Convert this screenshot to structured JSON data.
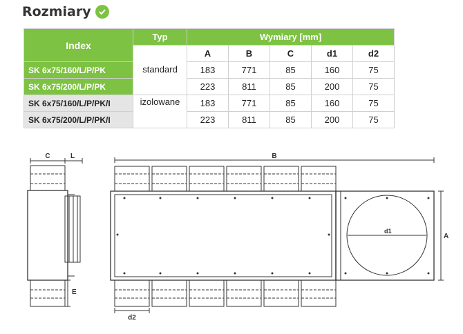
{
  "heading": {
    "title": "Rozmiary",
    "icon": "check-circle-icon"
  },
  "colors": {
    "accent": "#7dc242",
    "grey_row": "#e5e5e5",
    "line": "#333333"
  },
  "table": {
    "col_index": "Index",
    "col_typ": "Typ",
    "col_wymiary": "Wymiary [mm]",
    "subcols": [
      "A",
      "B",
      "C",
      "d1",
      "d2"
    ],
    "types": {
      "standard": "standard",
      "izolowane": "izolowane"
    },
    "rows": [
      {
        "index": "SK 6x75/160/L/P/PK",
        "A": "183",
        "B": "771",
        "C": "85",
        "d1": "160",
        "d2": "75"
      },
      {
        "index": "SK 6x75/200/L/P/PK",
        "A": "223",
        "B": "811",
        "C": "85",
        "d1": "200",
        "d2": "75"
      },
      {
        "index": "SK 6x75/160/L/P/PK/I",
        "A": "183",
        "B": "771",
        "C": "85",
        "d1": "160",
        "d2": "75"
      },
      {
        "index": "SK 6x75/200/L/P/PK/I",
        "A": "223",
        "B": "811",
        "C": "85",
        "d1": "200",
        "d2": "75"
      }
    ]
  },
  "drawing": {
    "label_c": "C",
    "label_l": "L",
    "label_e": "E",
    "label_d2": "d2",
    "label_b": "B",
    "label_d1": "d1",
    "label_a": "A"
  }
}
